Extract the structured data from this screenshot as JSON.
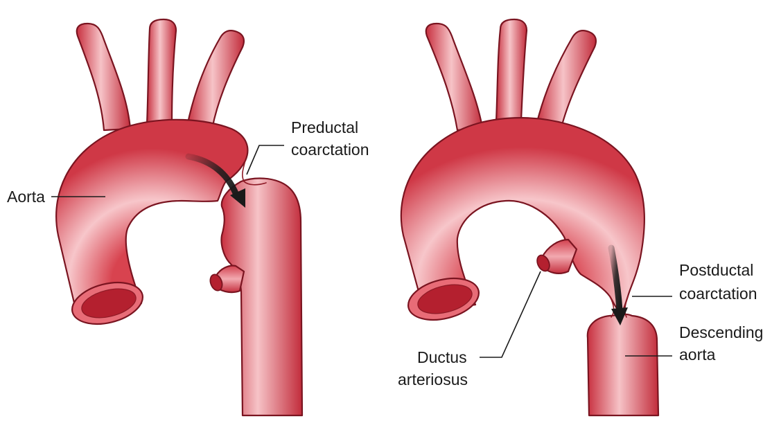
{
  "colors": {
    "vessel_fill": "#e05561",
    "vessel_highlight": "#f8c9cd",
    "vessel_outline": "#7a1420",
    "lumen": "#b4202f",
    "arrow": "#1a1a1a",
    "background": "#ffffff"
  },
  "left_panel": {
    "labels": {
      "aorta": "Aorta",
      "coarctation_line1": "Preductal",
      "coarctation_line2": "coarctation"
    }
  },
  "right_panel": {
    "labels": {
      "coarctation_line1": "Postductal",
      "coarctation_line2": "coarctation",
      "descending_line1": "Descending",
      "descending_line2": "aorta",
      "ductus_line1": "Ductus",
      "ductus_line2": "arteriosus"
    }
  },
  "icons": [
    "flow-arrow-icon"
  ]
}
